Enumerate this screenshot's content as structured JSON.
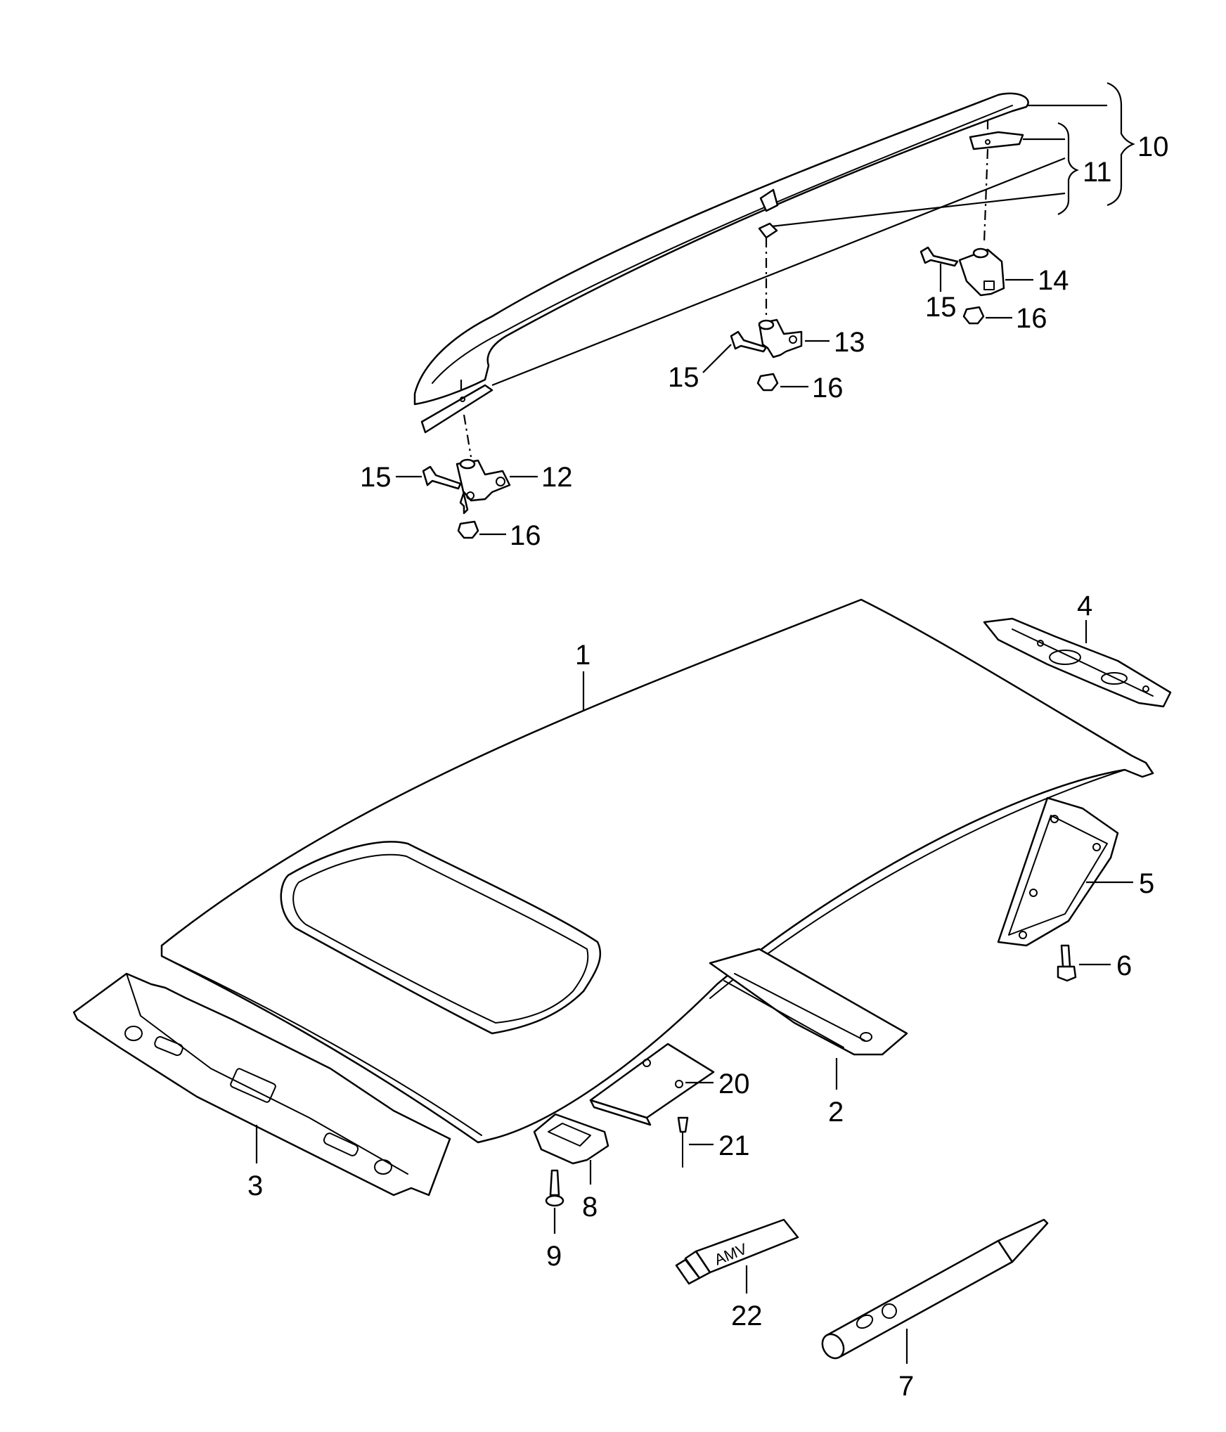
{
  "labels": {
    "l1": "1",
    "l2": "2",
    "l3": "3",
    "l4": "4",
    "l5": "5",
    "l6": "6",
    "l7": "7",
    "l8": "8",
    "l9": "9",
    "l10": "10",
    "l11": "11",
    "l12": "12",
    "l13": "13",
    "l14": "14",
    "l15a": "15",
    "l15b": "15",
    "l15c": "15",
    "l16a": "16",
    "l16b": "16",
    "l16c": "16",
    "l20": "20",
    "l21": "21",
    "l22": "22"
  },
  "tube_text": "AMV"
}
